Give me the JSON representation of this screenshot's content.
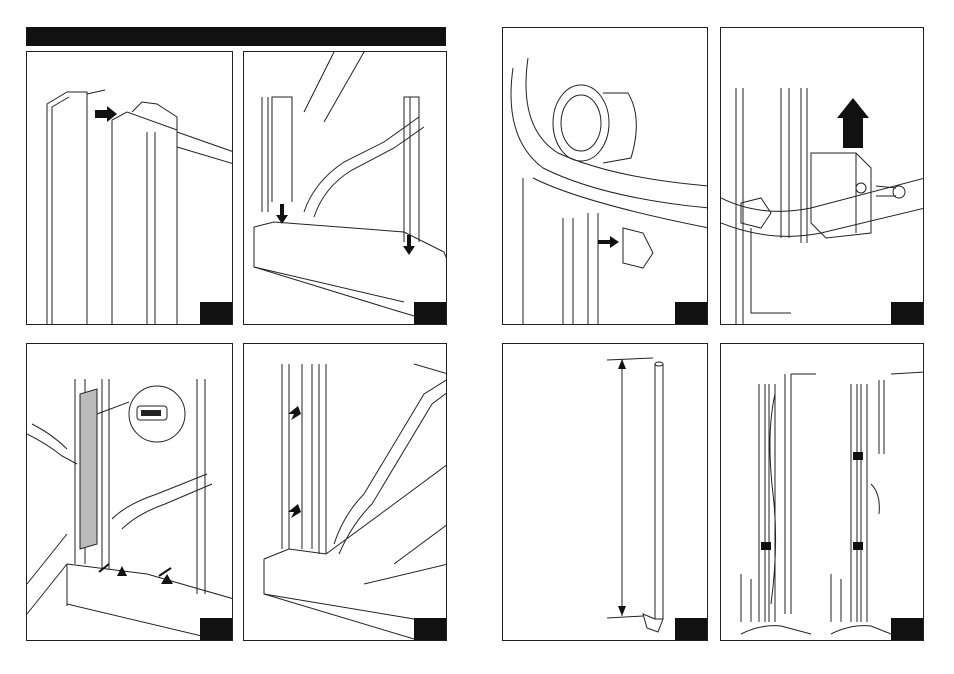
{
  "document": {
    "header_text": "",
    "panels": [
      {
        "id": "p1",
        "step_label": "",
        "illustration": "profile-slide-on"
      },
      {
        "id": "p2",
        "step_label": "",
        "illustration": "profiles-onto-tray"
      },
      {
        "id": "p3",
        "step_label": "",
        "illustration": "curved-rail-roller"
      },
      {
        "id": "p4",
        "step_label": "",
        "illustration": "bracket-lift"
      },
      {
        "id": "p5",
        "step_label": "",
        "illustration": "mark-and-drill-wall"
      },
      {
        "id": "p6",
        "step_label": "",
        "illustration": "wall-profiles-seal"
      },
      {
        "id": "p7",
        "step_label": "",
        "illustration": "cut-rod-to-length"
      },
      {
        "id": "p8",
        "step_label": "",
        "illustration": "fit-seals-both-sides"
      }
    ]
  }
}
